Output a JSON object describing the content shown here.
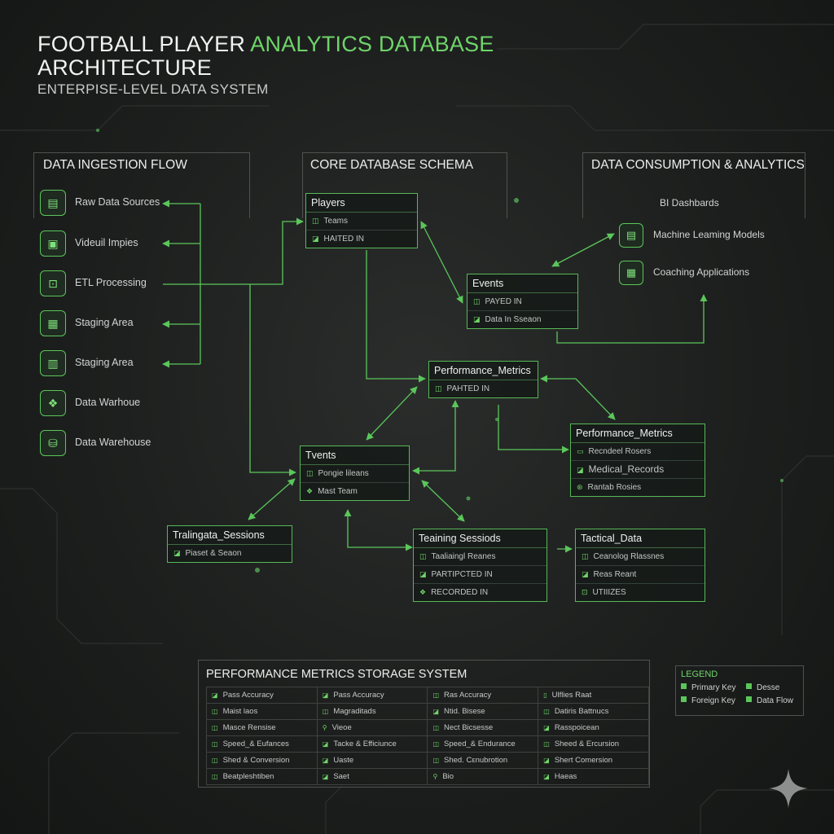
{
  "header": {
    "title_part1": "FOOTBALL PLAYER ",
    "title_accent": "ANALYTICS DATABASE",
    "title_part2": "ARCHITECTURE",
    "subtitle": "ENTERPISE-LEVEL DATA SYSTEM"
  },
  "ingestion": {
    "title": "DATA INGESTION FLOW",
    "items": [
      {
        "label": "Raw Data Sources",
        "icon": "server-icon"
      },
      {
        "label": "Videuil Impies",
        "icon": "video-icon"
      },
      {
        "label": "ETL Processing",
        "icon": "etl-icon"
      },
      {
        "label": "Staging Area",
        "icon": "staging-icon"
      },
      {
        "label": "Stagіng Area",
        "icon": "staging-icon"
      },
      {
        "label": "Data Warhoue",
        "icon": "warehouse-icon"
      },
      {
        "label": "Data Warehouse",
        "icon": "warehouse-icon"
      }
    ]
  },
  "schema": {
    "title": "CORE DATABASE SCHEMA",
    "entities": {
      "players": {
        "name": "Players",
        "rows": [
          "Teams",
          "HAITED IN"
        ]
      },
      "events": {
        "name": "Events",
        "rows": [
          "PAYED IN",
          "Data In Sseaon"
        ]
      },
      "perf_top": {
        "name": "Performance_Metrics",
        "rows": [
          "PAHTED IN"
        ]
      },
      "perf_right": {
        "name": "Performance_Metrics",
        "rows": [
          "Recndeel Rosers",
          "Medical_Records",
          "Rantab Rosies"
        ]
      },
      "tvents": {
        "name": "Tvents",
        "rows": [
          "Pongie lileans",
          "Mast Team"
        ]
      },
      "training_data": {
        "name": "Tralinɡata_Sessions",
        "rows": [
          "Piaset & Seaon"
        ]
      },
      "training_sessions": {
        "name": "Teaining Sessiods",
        "rows": [
          "Taaliaingl Reanes",
          "PARTIPCTED IN",
          "RECORDED IN"
        ]
      },
      "tactical": {
        "name": "Tactical_Data",
        "rows": [
          "Ceanolog Rlassnes",
          "Reas Reant",
          "UTIIIZES"
        ]
      }
    }
  },
  "consumption": {
    "title": "DATA CONSUMPTION & ANALYTICS",
    "bi_label": "BI Dashbards",
    "items": [
      {
        "label": "Machine Leaming Models",
        "icon": "ml-model-icon"
      },
      {
        "label": "Coaching Applications",
        "icon": "coaching-app-icon"
      }
    ]
  },
  "storage": {
    "title": "PERFORMANCE METRICS STORAGE SYSTEM",
    "rows": [
      [
        "Pass Accuracy",
        "Pass Accuracy",
        "Ras Accuracy",
        "Ulflies Raat"
      ],
      [
        "Maist laos",
        "Magraditads",
        "Ntid. Bisese",
        "Datiris Battnucs"
      ],
      [
        "Masce Rensise",
        "Vieoe",
        "Nect Bicsesse",
        "Rasspoicean"
      ],
      [
        "Speed_& Eufances",
        "Tacke & Efficiunce",
        "Speed_& Endurance",
        "Sheed & Ercursion"
      ],
      [
        "Shed & Conversion",
        "Uaste",
        "Shed. Cεnubrotion",
        "Shert Comersion"
      ],
      [
        "Beatpleshtiben",
        "Saet",
        "Bio",
        "Haeas"
      ]
    ]
  },
  "legend": {
    "title": "LEGEND",
    "items": [
      "Primary Key",
      "Desse",
      "Foreign Key",
      "Data Flow"
    ]
  },
  "colors": {
    "accent": "#6fd46a",
    "line": "#5bc65a",
    "background": "#1d1f1e"
  }
}
